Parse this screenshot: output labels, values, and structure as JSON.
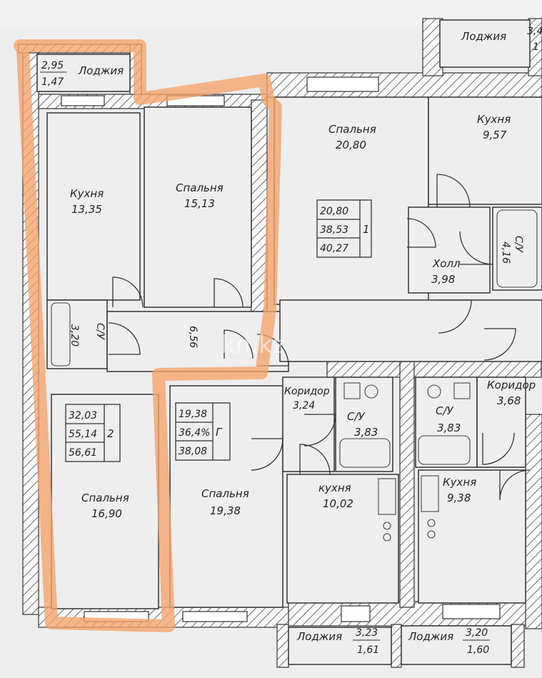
{
  "watermark": "kn.kz",
  "colors": {
    "highlight": "#f5a36a",
    "wall_fill": "#ffffff",
    "wall_stroke": "#333333",
    "paper": "#ededed"
  },
  "rooms": {
    "loggia_top_left": {
      "name": "Лоджия",
      "n1": "2,95",
      "n2": "1,47"
    },
    "kitchen_left": {
      "name": "Кухня",
      "area": "13,35"
    },
    "bedroom_mid": {
      "name": "Спальня",
      "area": "15,13"
    },
    "bath_left": {
      "name": "С/У",
      "area": "3,20"
    },
    "hall_left": {
      "area": "6,56"
    },
    "bedroom_a2_left": {
      "name": "Спальня",
      "area": "16,90"
    },
    "bedroom_a2_right": {
      "name": "Спальня",
      "area": "19,38"
    },
    "bedroom_a1": {
      "name": "Спальня",
      "area": "20,80"
    },
    "kitchen_top_right": {
      "name": "Кухня",
      "area": "9,57"
    },
    "loggia_top_right": {
      "name": "Лоджия",
      "n1": "3,4",
      "n2": "1"
    },
    "hall_right": {
      "name": "Холл",
      "area": "3,98"
    },
    "bath_top_right": {
      "name": "С/У",
      "area": "4,16"
    },
    "corridor_a": {
      "name": "Коридор",
      "area": "3,24"
    },
    "bath_mid": {
      "name": "С/У",
      "area": "3,83"
    },
    "bath_right": {
      "name": "С/У",
      "area": "3,83"
    },
    "corridor_b": {
      "name": "Коридор",
      "area": "3,68"
    },
    "kitchen_mid": {
      "name": "кухня",
      "area": "10,02"
    },
    "kitchen_right": {
      "name": "Кухня",
      "area": "9,38"
    },
    "loggia_bottom_a": {
      "name": "Лоджия",
      "n1": "3,23",
      "n2": "1,61"
    },
    "loggia_bottom_b": {
      "name": "Лоджия",
      "n1": "3,20",
      "n2": "1,60"
    }
  },
  "apartments": {
    "apt1": {
      "index": "1",
      "living": "20,80",
      "usable": "38,53",
      "total": "40,27"
    },
    "apt2": {
      "index": "2",
      "living": "32,03",
      "usable": "55,14",
      "total": "56,61"
    },
    "apt2b": {
      "index": "Г",
      "living": "19,38",
      "usable": "36,4%",
      "total": "38,08"
    }
  }
}
